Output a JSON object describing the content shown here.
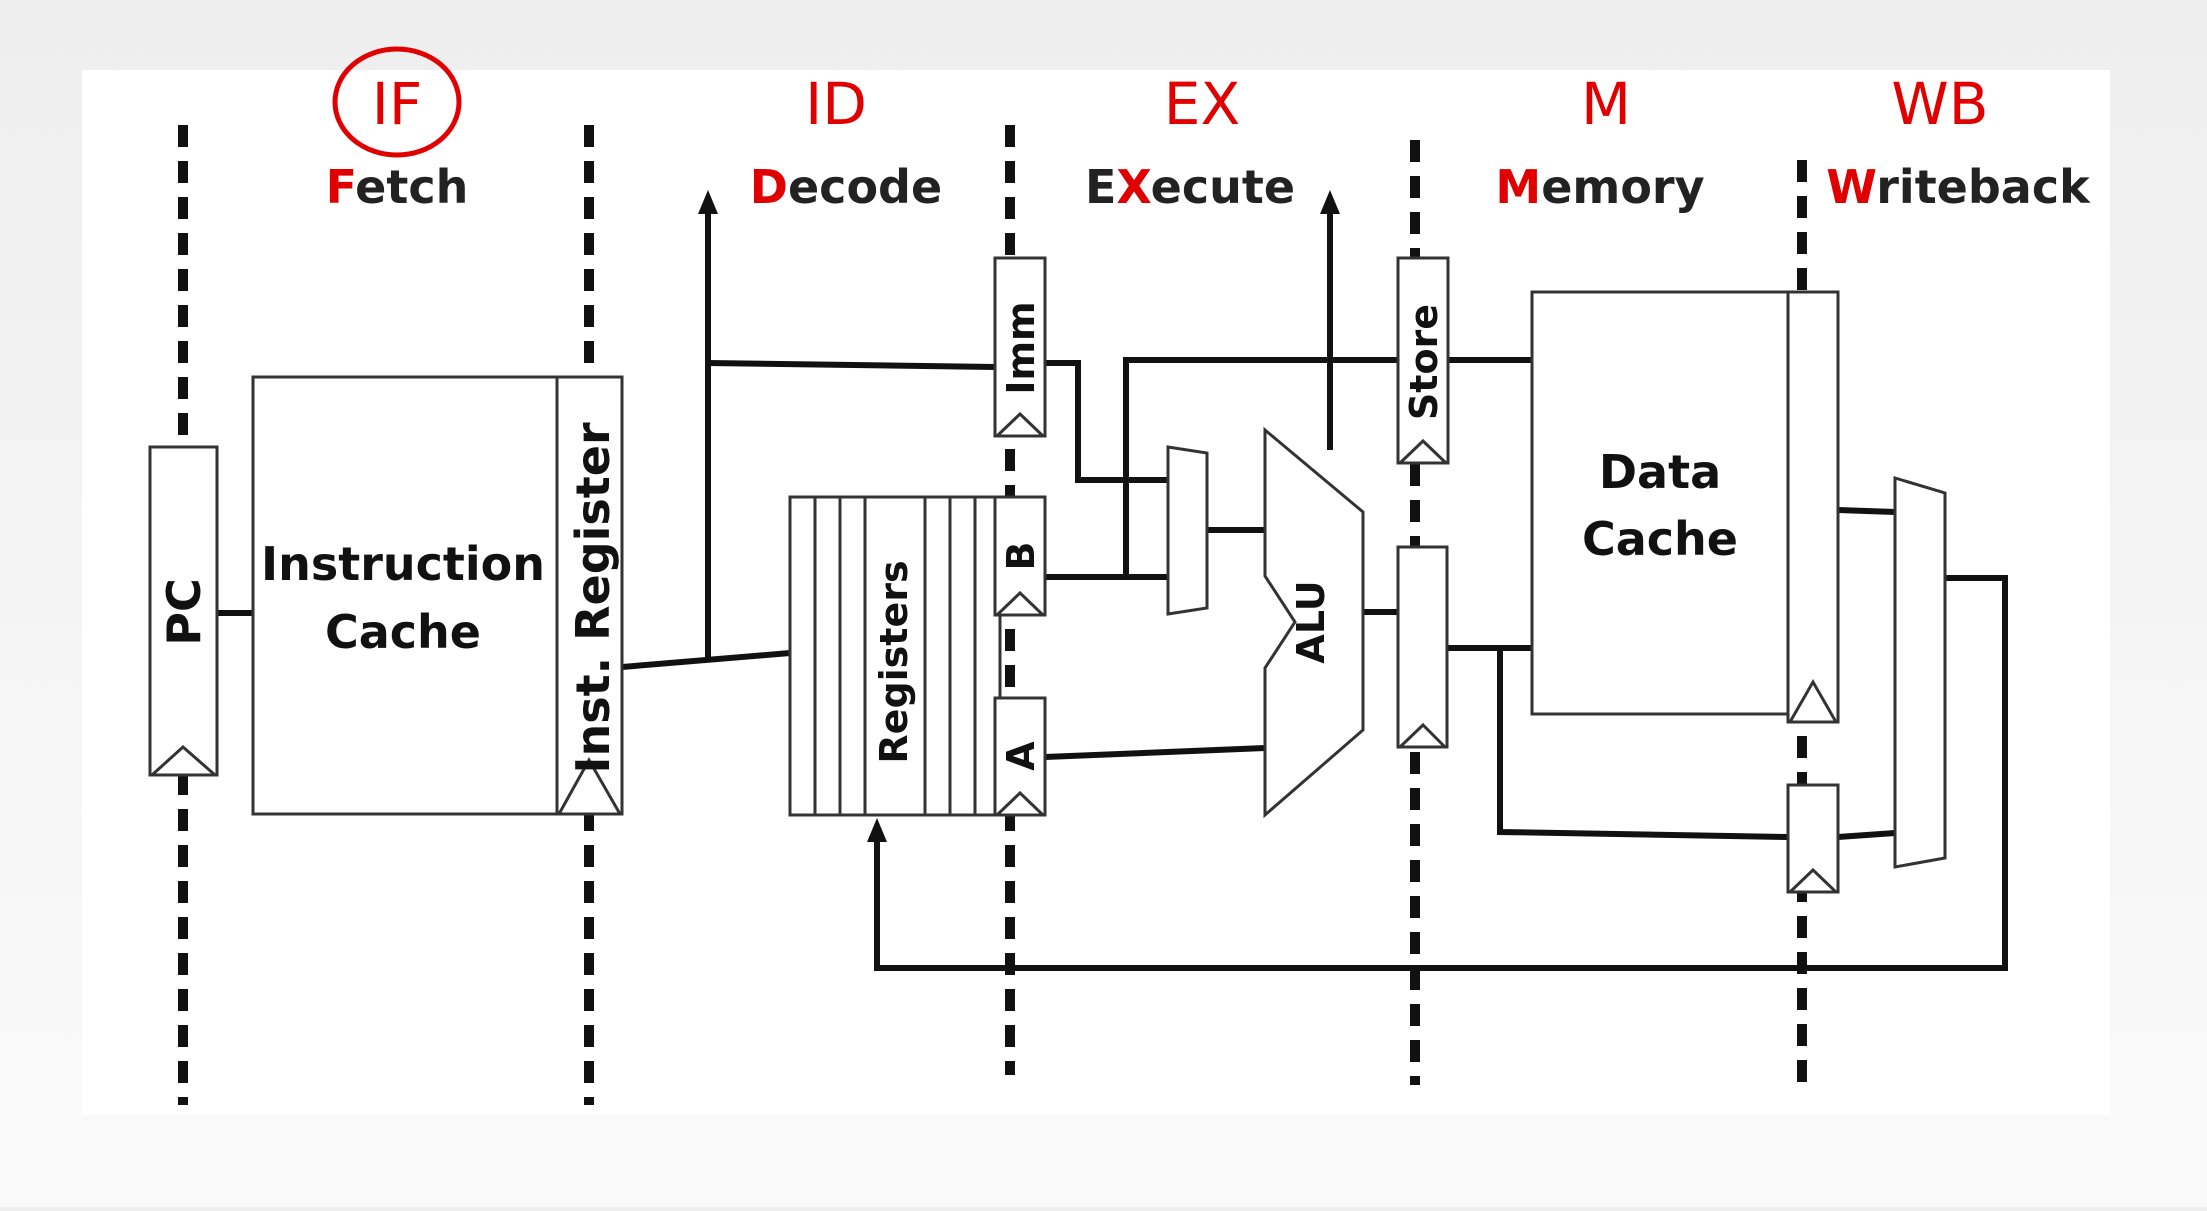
{
  "stages": [
    {
      "abbr": "IF",
      "name_hl": "F",
      "name_rest": "etch",
      "circled": true
    },
    {
      "abbr": "ID",
      "name_hl": "D",
      "name_rest": "ecode"
    },
    {
      "abbr": "EX",
      "name_pre": "E",
      "name_hl": "X",
      "name_rest": "ecute"
    },
    {
      "abbr": "M",
      "name_hl": "M",
      "name_rest": "emory"
    },
    {
      "abbr": "WB",
      "name_hl": "W",
      "name_rest": "riteback"
    }
  ],
  "blocks": {
    "pc": "PC",
    "icache_line1": "Instruction",
    "icache_line2": "Cache",
    "inst_reg": "Inst. Register",
    "registers": "Registers",
    "imm": "Imm",
    "b": "B",
    "a": "A",
    "alu": "ALU",
    "store": "Store",
    "dcache_line1": "Data",
    "dcache_line2": "Cache"
  },
  "colors": {
    "highlight": "#e00000",
    "wire": "#111111"
  }
}
